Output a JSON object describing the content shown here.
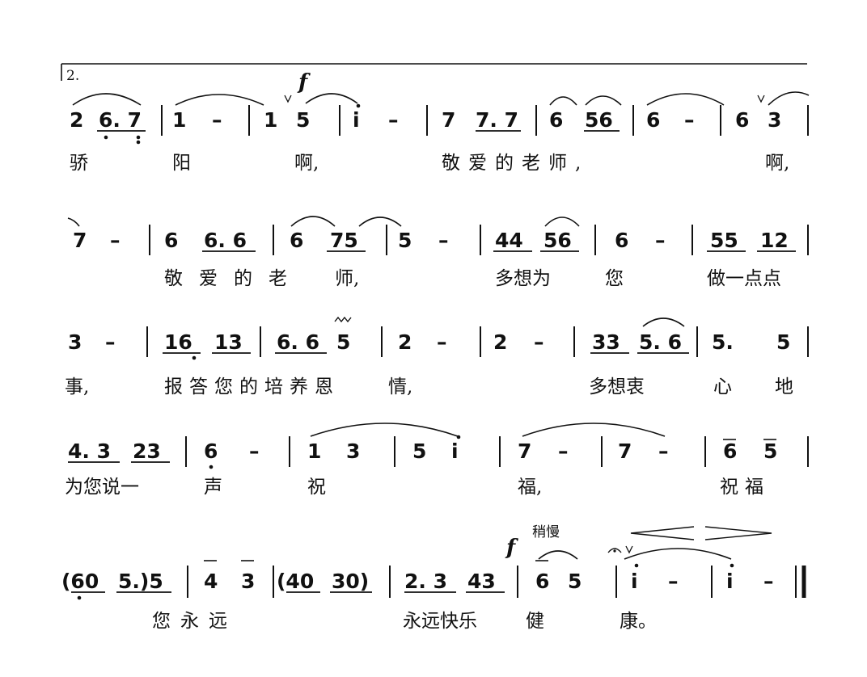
{
  "volta": "2.",
  "rows": [
    {
      "notes": [
        "2",
        "6. 7",
        "1",
        "–",
        "1",
        "5",
        "i",
        "–",
        "7",
        "7. 7",
        "6",
        "56",
        "6",
        "–",
        "6",
        "3"
      ],
      "lyrics": [
        "骄",
        "阳",
        "啊,",
        "敬爱的老师,",
        "啊,"
      ]
    },
    {
      "notes": [
        "7",
        "–",
        "6",
        "6. 6",
        "6",
        "75",
        "5",
        "–",
        "44",
        "56",
        "6",
        "–",
        "55",
        "12"
      ],
      "lyrics": [
        "敬爱的老",
        "师,",
        "多想为",
        "您",
        "做一点点"
      ]
    },
    {
      "notes": [
        "3",
        "–",
        "16",
        "13",
        "6. 6",
        "5",
        "2",
        "–",
        "2",
        "–",
        "33",
        "5. 6",
        "5.",
        "5"
      ],
      "lyrics": [
        "事,",
        "报答您的培养恩",
        "情,",
        "多想衷",
        "心",
        "地"
      ]
    },
    {
      "notes": [
        "4. 3",
        "23",
        "6",
        "–",
        "1",
        "3",
        "5",
        "i",
        "7",
        "–",
        "7",
        "–",
        "6",
        "5"
      ],
      "lyrics": [
        "为您说一",
        "声",
        "祝",
        "福,",
        "祝福"
      ]
    },
    {
      "notes": [
        "(60",
        "5.)5",
        "4",
        "3",
        "(40",
        "30)",
        "2. 3",
        "43",
        "6",
        "5",
        "i",
        "–",
        "i",
        "–"
      ],
      "lyrics": [
        "您永远",
        "永远快乐",
        "健",
        "康。"
      ]
    }
  ],
  "markings": {
    "forte": "f",
    "tempo": "稍慢"
  }
}
